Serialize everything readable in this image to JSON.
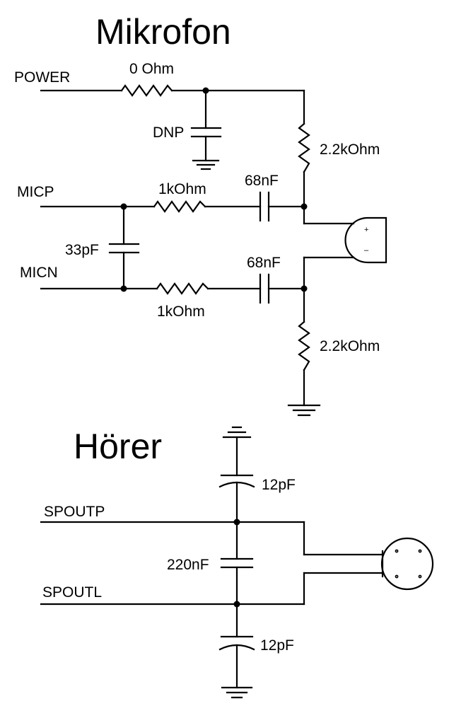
{
  "mic": {
    "title": "Mikrofon",
    "net_power": "POWER",
    "net_micp": "MICP",
    "net_micn": "MICN",
    "r_power": "0 Ohm",
    "c_dnp": "DNP",
    "r_pullup": "2.2kOhm",
    "r_pulldown": "2.2kOhm",
    "r_micp": "1kOhm",
    "r_micn": "1kOhm",
    "c_micp": "68nF",
    "c_micn": "68nF",
    "c_diff": "33pF",
    "mic_plus": "+",
    "mic_minus": "–"
  },
  "speaker": {
    "title": "Hörer",
    "net_spoutp": "SPOUTP",
    "net_spoutl": "SPOUTL",
    "c_top": "12pF",
    "c_mid": "220nF",
    "c_bottom": "12pF"
  }
}
